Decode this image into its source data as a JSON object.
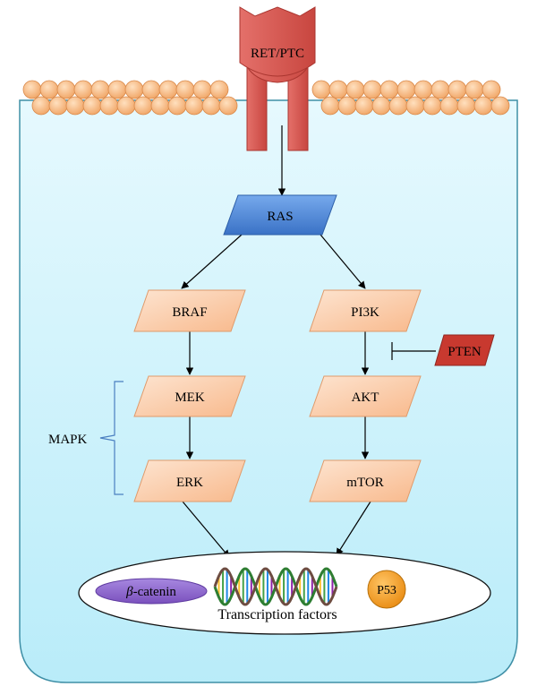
{
  "receptor": {
    "label": "RET/PTC"
  },
  "nodes": {
    "ras": "RAS",
    "braf": "BRAF",
    "mek": "MEK",
    "erk": "ERK",
    "pi3k": "PI3K",
    "akt": "AKT",
    "mtor": "mTOR",
    "pten": "PTEN"
  },
  "group_label": "MAPK",
  "nucleus": {
    "beta_catenin_symbol": "β",
    "beta_catenin_suffix": "-catenin",
    "p53": "P53",
    "caption": "Transcription factors"
  },
  "colors": {
    "cell_fill": "#c5f0fb",
    "cell_stroke": "#3f8fa6",
    "lipid": "#f6b27a",
    "receptor": "#d9564f",
    "ras": "#4a86d8",
    "kinase": "#fcc9a4",
    "pten": "#c8392f",
    "beta_catenin": "#8a62c9",
    "p53": "#f39a24"
  }
}
